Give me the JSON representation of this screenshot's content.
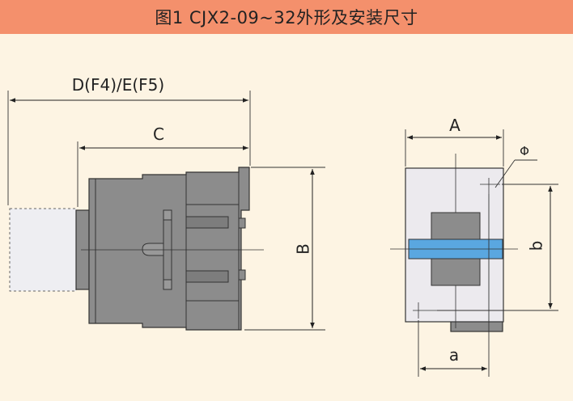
{
  "header": {
    "title": "图1 CJX2-09~32外形及安装尺寸"
  },
  "dimensions": {
    "d_label": "D(F4)/E(F5)",
    "c_label": "C",
    "b_label": "B",
    "a_upper_label": "A",
    "phi_label": "Φ",
    "b_lower_label": "b",
    "a_lower_label": "a"
  },
  "colors": {
    "body_gray": "#8c8c8c",
    "body_outline": "#333333",
    "plate_light": "#eceaee",
    "rail_blue": "#5aa7e0",
    "header_bg": "#f4906c",
    "page_bg": "#fdf4e3"
  }
}
